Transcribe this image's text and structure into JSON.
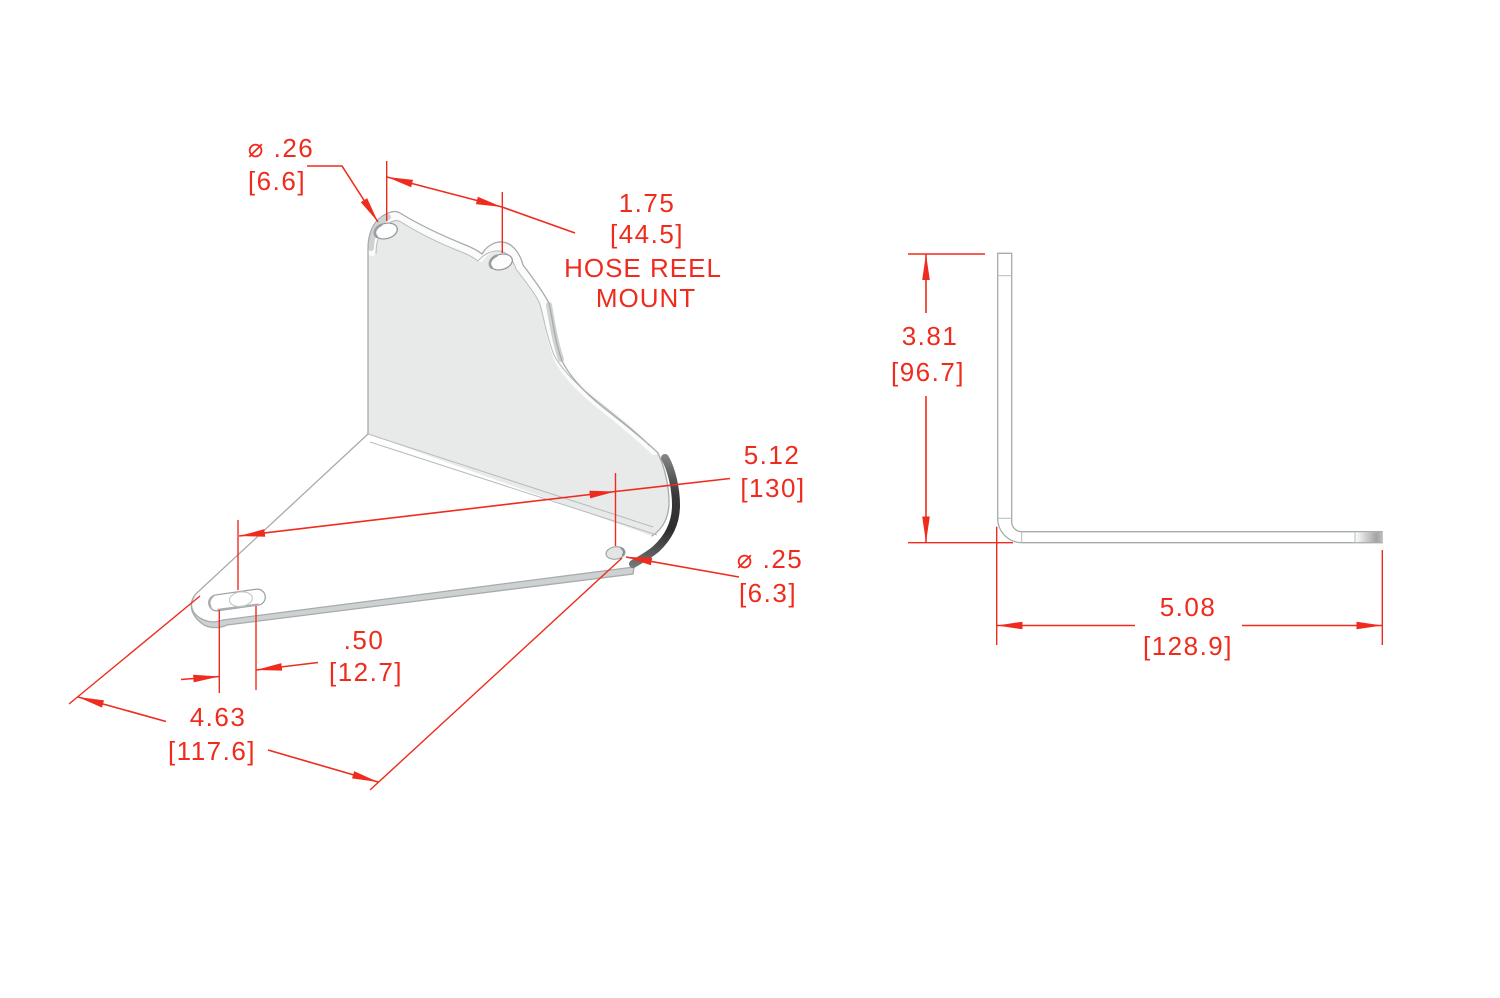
{
  "drawing": {
    "part_note_line1": "HOSE REEL",
    "part_note_line2": "MOUNT",
    "dimensions": {
      "top_hole_diameter": {
        "inch": "⌀ .26",
        "mm": "[6.6]"
      },
      "top_hole_spacing": {
        "inch": "1.75",
        "mm": "[44.5]"
      },
      "slot_to_hole": {
        "inch": "5.12",
        "mm": "[130]"
      },
      "base_hole_diameter": {
        "inch": "⌀ .25",
        "mm": "[6.3]"
      },
      "slot_length": {
        "inch": ".50",
        "mm": "[12.7]"
      },
      "base_width": {
        "inch": "4.63",
        "mm": "[117.6]"
      },
      "flange_height": {
        "inch": "3.81",
        "mm": "[96.7]"
      },
      "base_length": {
        "inch": "5.08",
        "mm": "[128.9]"
      }
    },
    "colors": {
      "dimension_red": "#ef2b1e",
      "plate_face_gray": "#e8e9e9",
      "edge_line_gray": "#a6abad",
      "bend_dark_gray": "#2e2e2e",
      "background": "#ffffff"
    }
  }
}
